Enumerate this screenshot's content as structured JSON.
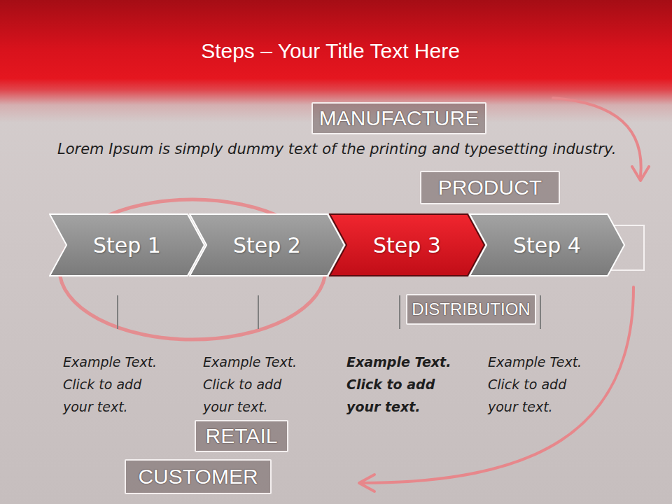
{
  "diagram": {
    "title": "Steps – Your Title Text Here",
    "nodes": [
      {
        "text": [
          "MANUFACTURE"
        ]
      },
      {
        "text": [
          "PRODUCT"
        ]
      },
      {
        "text": [
          "Step 1"
        ]
      },
      {
        "text": [
          "Step 2"
        ]
      },
      {
        "text": [
          "Step 3"
        ]
      },
      {
        "text": [
          "Step 4"
        ]
      },
      {
        "text": [
          "DISTRIBUTION"
        ]
      },
      {
        "text": [
          "RETAIL"
        ]
      },
      {
        "text": [
          "CUSTOMER"
        ]
      }
    ],
    "labels": [
      "Lorem Ipsum is simply dummy text of the printing and typesetting industry.",
      "Example Text. Click to add your text.",
      "Example Text. Click to add your text.",
      "Example Text. Click to add your text.",
      "Example Text. Click to add your text."
    ]
  }
}
